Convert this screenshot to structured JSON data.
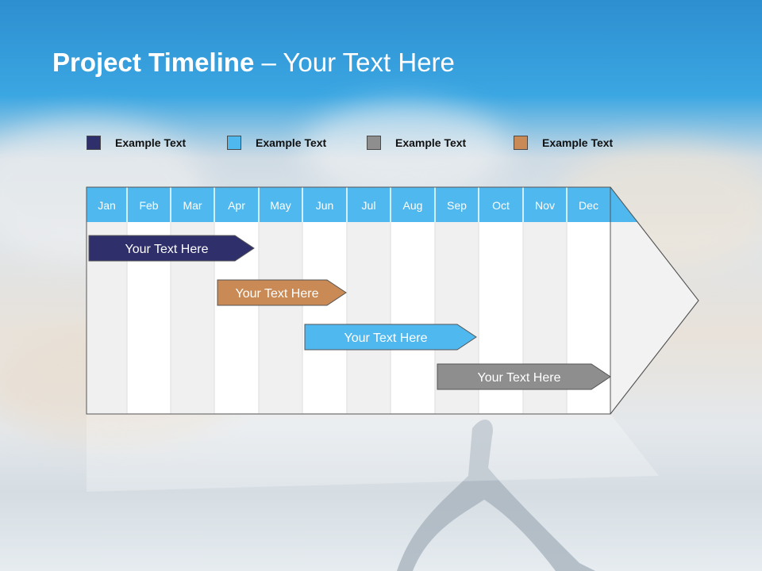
{
  "slide": {
    "title_bold": "Project Timeline",
    "title_rest": " – Your Text Here"
  },
  "legend": [
    {
      "label": "Example Text",
      "color": "#2f2f6b"
    },
    {
      "label": "Example Text",
      "color": "#4fb8ee"
    },
    {
      "label": "Example Text",
      "color": "#8e8e8e"
    },
    {
      "label": "Example Text",
      "color": "#c98a55"
    }
  ],
  "timeline": {
    "months": [
      "Jan",
      "Feb",
      "Mar",
      "Apr",
      "May",
      "Jun",
      "Jul",
      "Aug",
      "Sep",
      "Oct",
      "Nov",
      "Dec"
    ],
    "header_color": "#4fb8ee",
    "tasks": [
      {
        "label": "Your  Text Here",
        "color": "#2f2f6b",
        "start_month": "Jan",
        "end_month": "Apr"
      },
      {
        "label": "Your  Text Here",
        "color": "#c98a55",
        "start_month": "Apr",
        "end_month": "Jun"
      },
      {
        "label": "Your  Text Here",
        "color": "#4fb8ee",
        "start_month": "Jun",
        "end_month": "Sep"
      },
      {
        "label": "Your  Text Here",
        "color": "#8e8e8e",
        "start_month": "Sep",
        "end_month": "Dec"
      }
    ]
  }
}
